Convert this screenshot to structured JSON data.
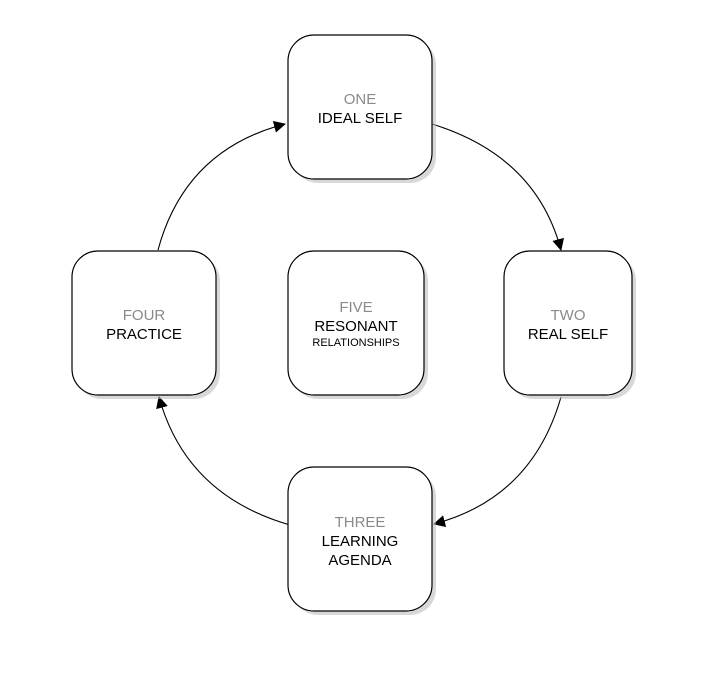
{
  "nodes": {
    "one": {
      "number": "ONE",
      "label": "IDEAL SELF"
    },
    "two": {
      "number": "TWO",
      "label": "REAL SELF"
    },
    "three": {
      "number": "THREE",
      "label1": "LEARNING",
      "label2": "AGENDA"
    },
    "four": {
      "number": "FOUR",
      "label": "PRACTICE"
    },
    "five": {
      "number": "FIVE",
      "label1": "RESONANT",
      "label2": "RELATIONSHIPS"
    }
  },
  "edges": [
    {
      "from": "ONE",
      "to": "TWO"
    },
    {
      "from": "TWO",
      "to": "THREE"
    },
    {
      "from": "THREE",
      "to": "FOUR"
    },
    {
      "from": "FOUR",
      "to": "ONE"
    }
  ],
  "colors": {
    "number_text": "#8a8a8a",
    "label_text": "#000000",
    "stroke": "#000000"
  }
}
